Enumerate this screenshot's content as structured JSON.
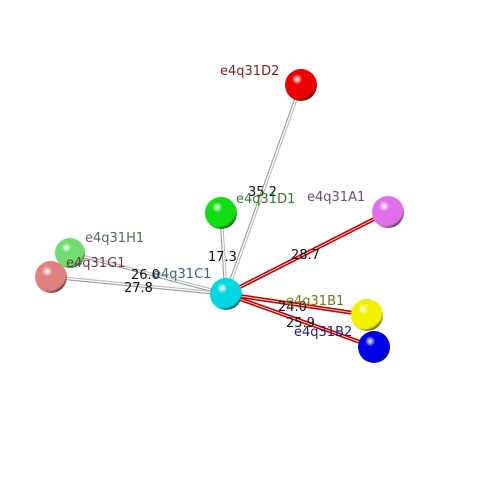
{
  "diagram": {
    "nodes": [
      {
        "id": "e4q31C1",
        "label": "e4q31C1",
        "color": "#00d8e0",
        "label_color": "#2e6b73"
      },
      {
        "id": "e4q31D2",
        "label": "e4q31D2",
        "color": "#ee0000",
        "label_color": "#7a1e1e"
      },
      {
        "id": "e4q31D1",
        "label": "e4q31D1",
        "color": "#11dd11",
        "label_color": "#2e7a2e"
      },
      {
        "id": "e4q31A1",
        "label": "e4q31A1",
        "color": "#e070e8",
        "label_color": "#6f4a72"
      },
      {
        "id": "e4q31H1",
        "label": "e4q31H1",
        "color": "#6fdd6f",
        "label_color": "#4e6e4e"
      },
      {
        "id": "e4q31G1",
        "label": "e4q31G1",
        "color": "#e08080",
        "label_color": "#6e3e3e"
      },
      {
        "id": "e4q31B1",
        "label": "e4q31B1",
        "color": "#f0f000",
        "label_color": "#75751e"
      },
      {
        "id": "e4q31B2",
        "label": "e4q31B2",
        "color": "#0000e8",
        "label_color": "#1e1e6e"
      }
    ],
    "edges": [
      {
        "from": "e4q31C1",
        "to": "e4q31D2",
        "value": "35.2",
        "color": "#bbbbbb"
      },
      {
        "from": "e4q31C1",
        "to": "e4q31D1",
        "value": "17.3",
        "color": "#bbbbbb"
      },
      {
        "from": "e4q31C1",
        "to": "e4q31A1",
        "value": "28.7",
        "color": "#cc0000"
      },
      {
        "from": "e4q31C1",
        "to": "e4q31H1",
        "value": "26.0",
        "color": "#bbbbbb"
      },
      {
        "from": "e4q31C1",
        "to": "e4q31G1",
        "value": "27.8",
        "color": "#bbbbbb"
      },
      {
        "from": "e4q31C1",
        "to": "e4q31B1",
        "value": "24.0",
        "color": "#cc0000"
      },
      {
        "from": "e4q31C1",
        "to": "e4q31B2",
        "value": "25.9",
        "color": "#cc0000"
      }
    ]
  }
}
